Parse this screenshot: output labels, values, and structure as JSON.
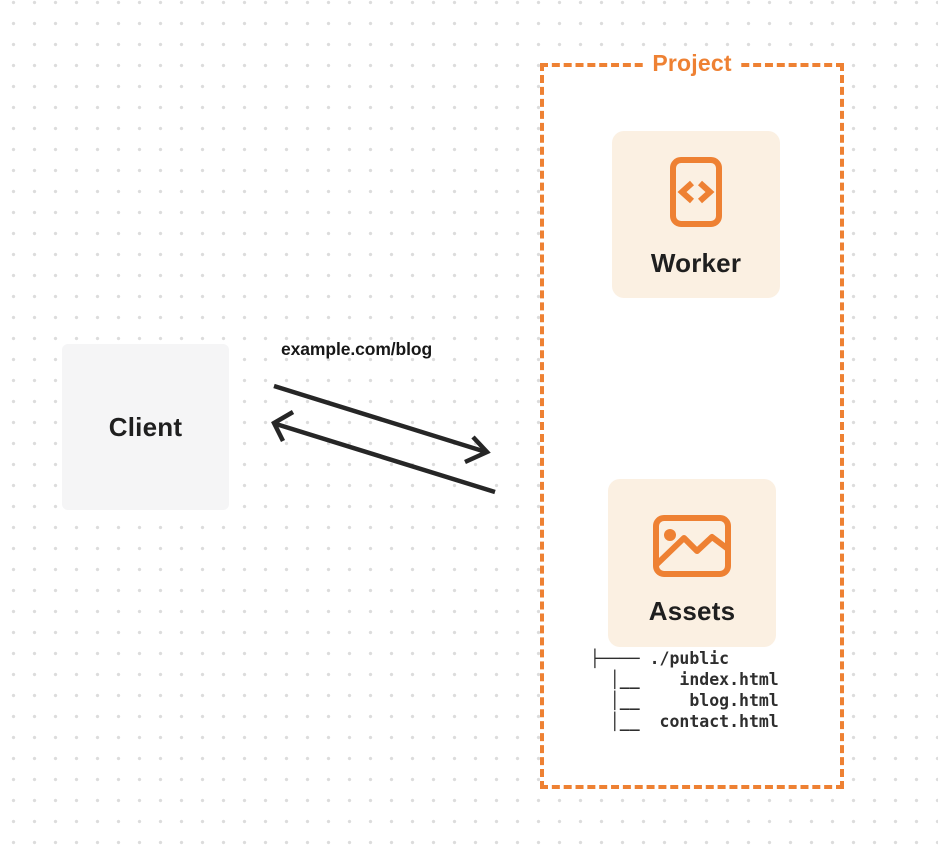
{
  "colors": {
    "accent_orange": "#ee8133",
    "card_background": "#fbf0e2",
    "client_background": "#f5f5f6",
    "arrow_color": "#262626",
    "text_dark": "#1f1f1f",
    "dot_grid": "#dcdcdc"
  },
  "client": {
    "label": "Client"
  },
  "request": {
    "url_label": "example.com/blog"
  },
  "project": {
    "title": "Project",
    "worker": {
      "label": "Worker",
      "icon": "code-document-icon"
    },
    "assets": {
      "label": "Assets",
      "icon": "image-icon",
      "file_tree": "├──── ./public\n  │__    index.html\n  │__     blog.html\n  │__  contact.html"
    }
  }
}
